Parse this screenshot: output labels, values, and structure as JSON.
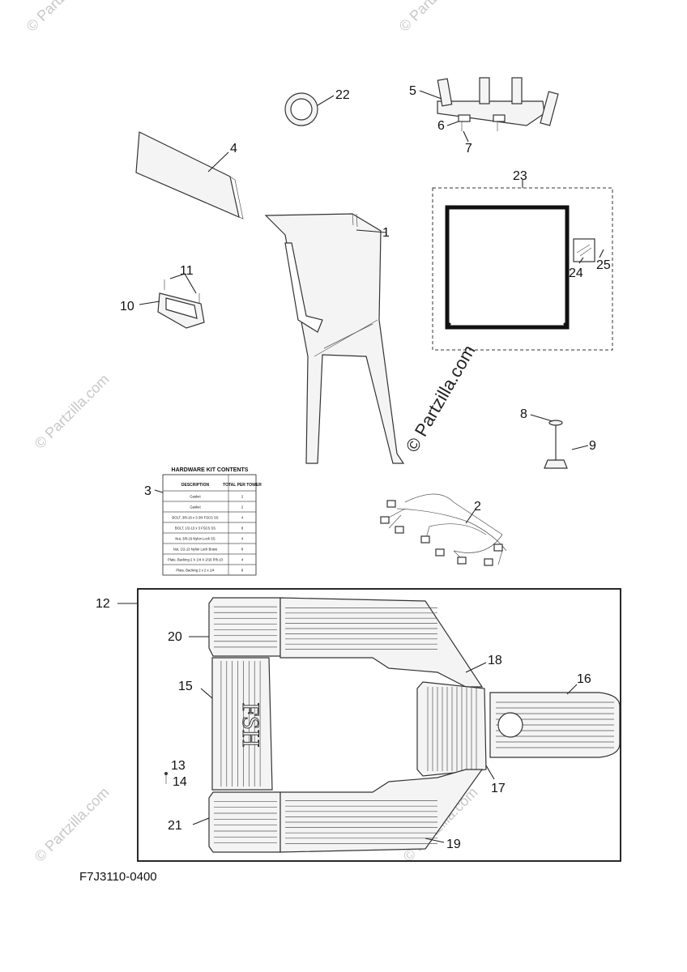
{
  "watermarks": {
    "small": "© Partzilla.com",
    "large": "© Partzilla.com"
  },
  "callouts": [
    "1",
    "2",
    "3",
    "4",
    "5",
    "6",
    "7",
    "8",
    "9",
    "10",
    "11",
    "12",
    "13",
    "14",
    "15",
    "16",
    "17",
    "18",
    "19",
    "20",
    "21",
    "22",
    "23",
    "24",
    "25"
  ],
  "hardware_table": {
    "title": "HARDWARE KIT CONTENTS",
    "headers": [
      "DESCRIPTION",
      "TOTAL PER TOWER"
    ],
    "rows": [
      [
        "Gasket",
        "2"
      ],
      [
        "Gasket",
        "2"
      ],
      [
        "BOLT, 3/8-16 x 3 3/4 FSCS SS",
        "4"
      ],
      [
        "BOLT, 1/2-13 x 3 FSCS SS",
        "8"
      ],
      [
        "Nut, 3/8-16 Nylon Lock SS",
        "4"
      ],
      [
        "Nut, 1/2-13 Nylon Lock Brass",
        "8"
      ],
      [
        "Plate, Backing 2 X 1/4 X 2/16 P/b-10",
        "4"
      ],
      [
        "Plate, Backing 2 x 2 x 1/4",
        "8"
      ]
    ]
  },
  "deck_logo": "FSH",
  "drawing_id": "F7J3110-0400"
}
